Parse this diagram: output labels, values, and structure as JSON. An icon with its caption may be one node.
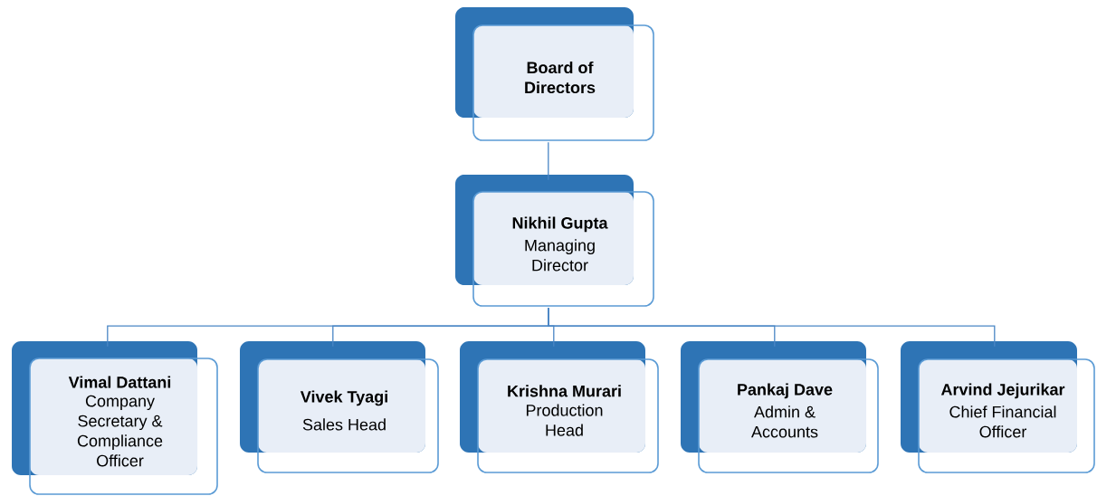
{
  "diagram": {
    "nodes": [
      {
        "text": [
          "Board of Directors"
        ]
      },
      {
        "text": [
          "Nikhil Gupta",
          "Managing Director"
        ]
      },
      {
        "text": [
          "Vimal Dattani",
          "Company Secretary & Compliance Officer"
        ]
      },
      {
        "text": [
          "Vivek Tyagi",
          "Sales Head"
        ]
      },
      {
        "text": [
          "Krishna Murari",
          "Production Head"
        ]
      },
      {
        "text": [
          "Pankaj Dave",
          "Admin & Accounts"
        ]
      },
      {
        "text": [
          "Arvind Jejurikar",
          "Chief Financial Officer"
        ]
      }
    ],
    "edges": [
      {
        "from": 0,
        "to": 1,
        "arrow": "none"
      },
      {
        "from": 1,
        "to": 2,
        "arrow": "none"
      },
      {
        "from": 1,
        "to": 3,
        "arrow": "none"
      },
      {
        "from": 1,
        "to": 4,
        "arrow": "none"
      },
      {
        "from": 1,
        "to": 5,
        "arrow": "none"
      },
      {
        "from": 1,
        "to": 6,
        "arrow": "none"
      }
    ]
  }
}
